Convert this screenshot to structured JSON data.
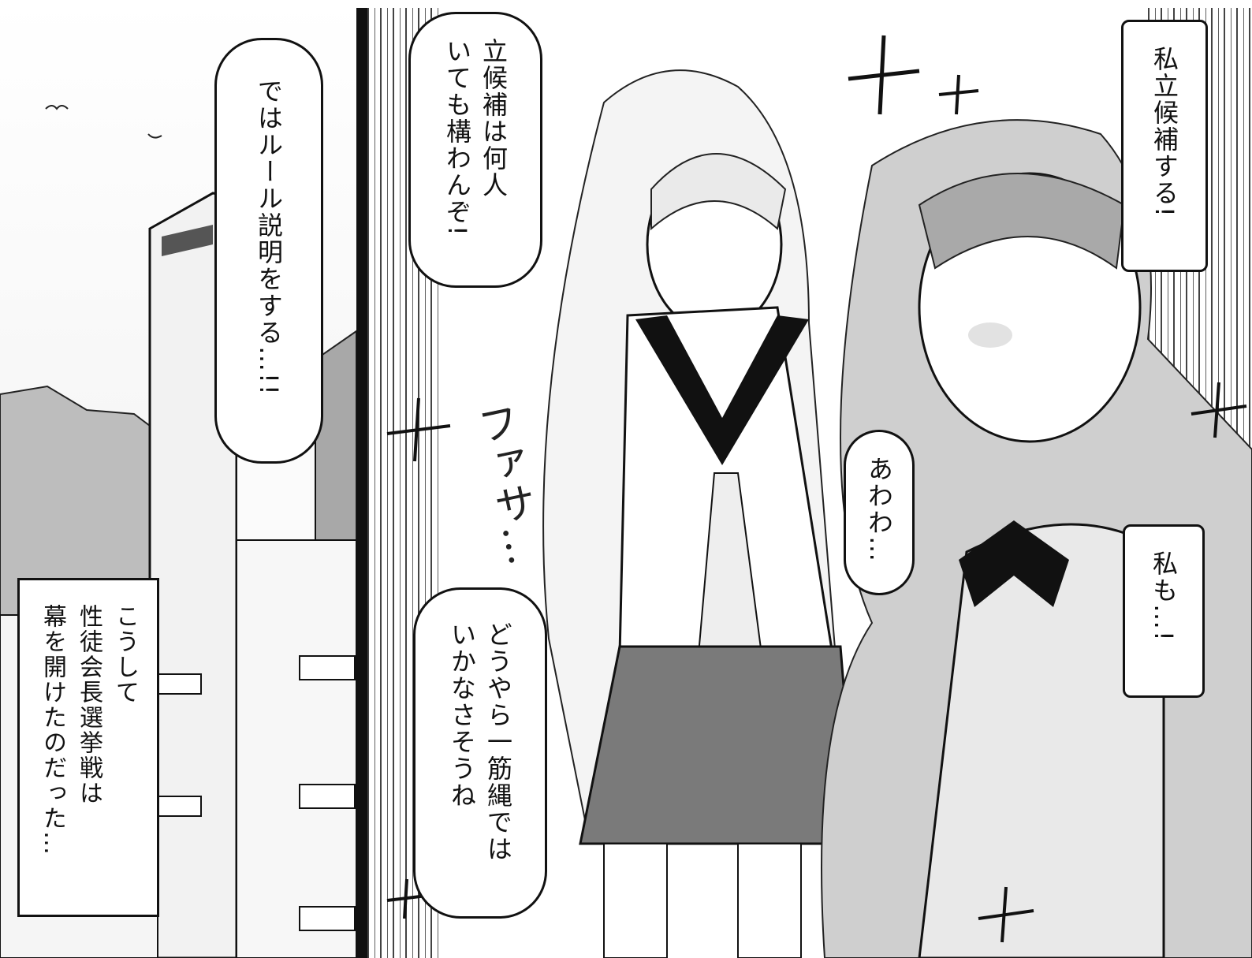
{
  "panels": {
    "left": {
      "bubble_rules": "ではルール説明をする…!!",
      "narration": "こうして\n性徒会長選挙戦は\n幕を開けたのだった…"
    },
    "right": {
      "bubble_candidates": "立候補は何人\nいても構わんぞ!",
      "bubble_self": "私立候補する!",
      "bubble_awawa": "あわわ…",
      "bubble_me_too": "私も…!",
      "bubble_not_easy": "どうやら一筋縄では\nいかなさそうね",
      "sfx_fasa": "ファサ…"
    }
  }
}
